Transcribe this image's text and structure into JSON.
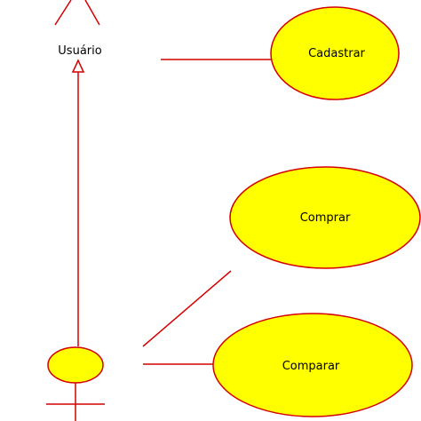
{
  "colors": {
    "line": "#d40000",
    "usecase_fill": "#ffff00",
    "text": "#000000"
  },
  "actors": {
    "top": {
      "label": "Usuário"
    },
    "bottom": {
      "label": ""
    }
  },
  "use_cases": {
    "cadastrar": {
      "label": "Cadastrar"
    },
    "comprar": {
      "label": "Comprar"
    },
    "comparar": {
      "label": "Comparar"
    }
  },
  "relations": [
    {
      "type": "generalization",
      "from": "bottom-actor",
      "to": "top-actor"
    },
    {
      "type": "association",
      "from": "top-actor",
      "to": "cadastrar"
    },
    {
      "type": "association",
      "from": "bottom-actor",
      "to": "comprar"
    },
    {
      "type": "association",
      "from": "bottom-actor",
      "to": "comparar"
    }
  ]
}
